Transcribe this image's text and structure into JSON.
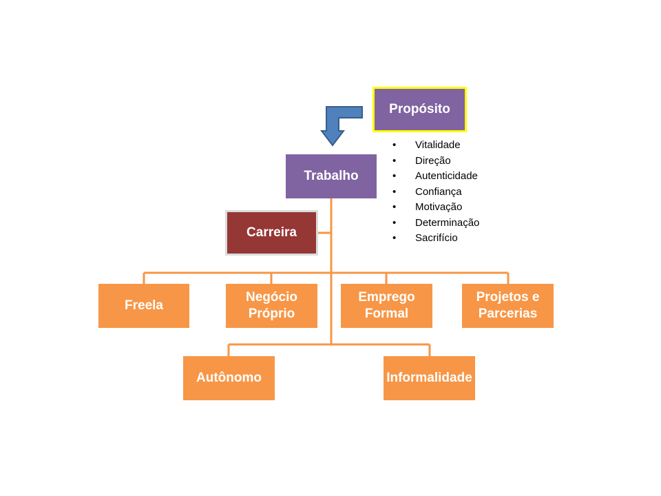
{
  "colors": {
    "accent_orange": "#f79646",
    "purple": "#8064a2",
    "dark_red": "#953735",
    "arrow_blue": "#4f81bd",
    "highlight_yellow": "#ffff00"
  },
  "nodes": {
    "proposito": "Propósito",
    "trabalho": "Trabalho",
    "carreira": "Carreira",
    "freela": "Freela",
    "negocio_proprio": "Negócio\nPróprio",
    "emprego_formal": "Emprego\nFormal",
    "projetos_parcerias": "Projetos e\nParcerias",
    "autonomo": "Autônomo",
    "informalidade": "Informalidade"
  },
  "proposito_items": [
    "Vitalidade",
    "Direção",
    "Autenticidade",
    "Confiança",
    "Motivação",
    "Determinação",
    "Sacrifício"
  ],
  "icons": {
    "arrow": "bent-down-arrow-icon",
    "bullet": "•"
  }
}
